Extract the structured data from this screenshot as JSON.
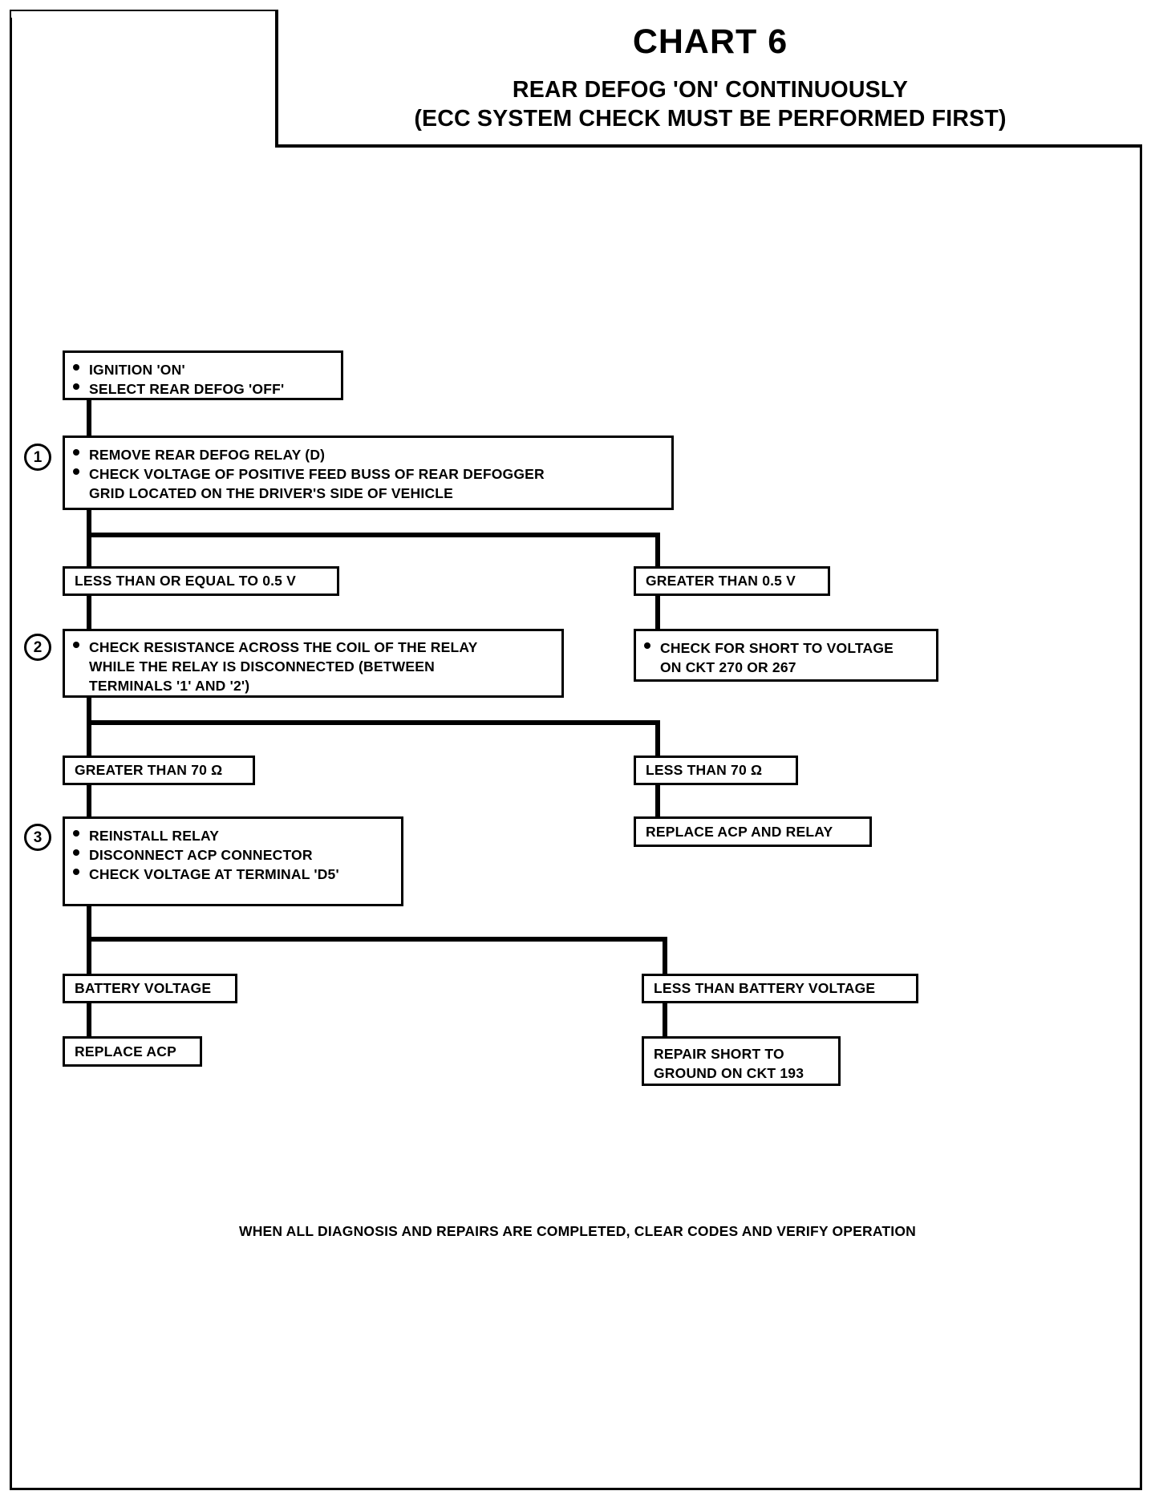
{
  "page": {
    "title": "CHART 6",
    "subtitle_line1": "REAR DEFOG 'ON' CONTINUOUSLY",
    "subtitle_line2": "(ECC SYSTEM CHECK MUST BE PERFORMED FIRST)",
    "footer": "WHEN ALL DIAGNOSIS AND REPAIRS ARE COMPLETED, CLEAR CODES AND VERIFY OPERATION",
    "ink_color": "#000000",
    "paper_color": "#ffffff"
  },
  "steps": {
    "one": "1",
    "two": "2",
    "three": "3"
  },
  "nodes": {
    "start": {
      "bullets": [
        {
          "text": "IGNITION 'ON'"
        },
        {
          "text": "SELECT REAR DEFOG 'OFF'"
        }
      ]
    },
    "step1": {
      "bullets": [
        {
          "text": "REMOVE REAR DEFOG RELAY (D)"
        },
        {
          "text": "CHECK VOLTAGE OF POSITIVE FEED BUSS OF REAR DEFOGGER",
          "cont": "GRID LOCATED ON THE DRIVER'S SIDE OF VEHICLE"
        }
      ]
    },
    "cond_le_half_volt": "LESS THAN OR EQUAL TO 0.5 V",
    "cond_gt_half_volt": "GREATER THAN 0.5 V",
    "step2": {
      "bullets": [
        {
          "text": "CHECK RESISTANCE ACROSS THE COIL OF THE RELAY",
          "cont": "WHILE THE RELAY IS DISCONNECTED (BETWEEN",
          "cont2": "TERMINALS '1' AND '2')"
        }
      ]
    },
    "check_short_voltage": {
      "bullets": [
        {
          "text": "CHECK FOR SHORT TO VOLTAGE",
          "cont": "ON CKT 270 OR 267"
        }
      ]
    },
    "cond_gt_70_ohm": "GREATER THAN 70 Ω",
    "cond_lt_70_ohm": "LESS THAN 70 Ω",
    "replace_acp_relay": "REPLACE ACP AND RELAY",
    "step3": {
      "bullets": [
        {
          "text": "REINSTALL RELAY"
        },
        {
          "text": "DISCONNECT ACP CONNECTOR"
        },
        {
          "text": "CHECK VOLTAGE AT TERMINAL 'D5'"
        }
      ]
    },
    "cond_battery_voltage": "BATTERY VOLTAGE",
    "cond_lt_battery_voltage": "LESS THAN BATTERY VOLTAGE",
    "replace_acp": "REPLACE ACP",
    "repair_short_ground": {
      "line1": "REPAIR SHORT TO",
      "line2": "GROUND ON CKT 193"
    }
  }
}
